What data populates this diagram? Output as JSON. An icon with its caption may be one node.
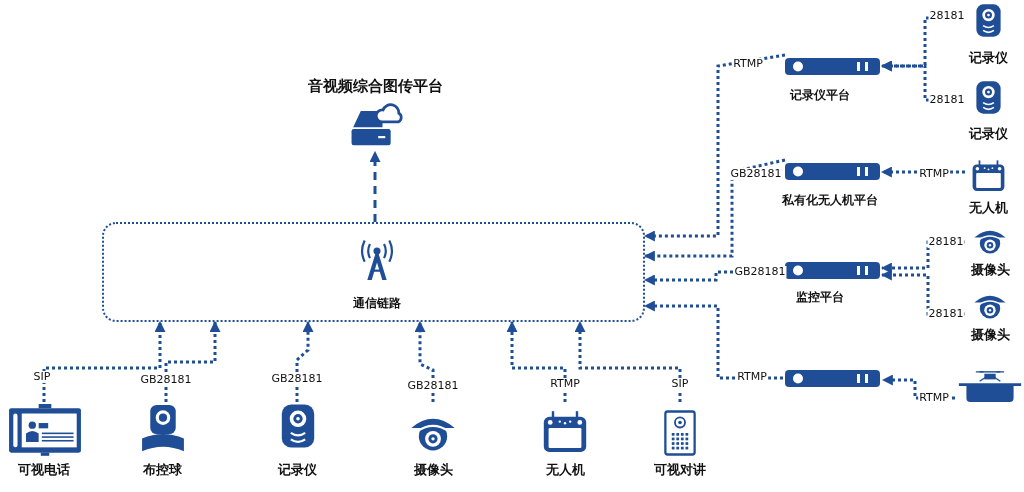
{
  "diagram": {
    "nodes": [
      {
        "text": [
          "音视频综合图传平台"
        ]
      },
      {
        "text": [
          "通信链路"
        ]
      },
      {
        "text": [
          "可视电话"
        ]
      },
      {
        "text": [
          "布控球"
        ]
      },
      {
        "text": [
          "记录仪"
        ]
      },
      {
        "text": [
          "摄像头"
        ]
      },
      {
        "text": [
          "无人机"
        ]
      },
      {
        "text": [
          "可视对讲"
        ]
      },
      {
        "text": [
          "记录仪平台"
        ]
      },
      {
        "text": [
          "记录仪"
        ]
      },
      {
        "text": [
          "记录仪"
        ]
      },
      {
        "text": [
          "私有化无人机平台"
        ]
      },
      {
        "text": [
          "无人机"
        ]
      },
      {
        "text": [
          "监控平台"
        ]
      },
      {
        "text": [
          "摄像头"
        ]
      },
      {
        "text": [
          "摄像头"
        ]
      },
      {
        "text": [],
        "shape": "bar"
      },
      {
        "text": [],
        "shape": "box"
      }
    ],
    "edges": [
      {
        "from": 1,
        "to": 0,
        "arrow": "to",
        "style": "dashed"
      },
      {
        "from": 2,
        "to": 1,
        "arrow": "to",
        "label": "SIP"
      },
      {
        "from": 3,
        "to": 1,
        "arrow": "to",
        "label": "GB28181"
      },
      {
        "from": 4,
        "to": 1,
        "arrow": "to",
        "label": "GB28181"
      },
      {
        "from": 5,
        "to": 1,
        "arrow": "to",
        "label": "GB28181"
      },
      {
        "from": 6,
        "to": 1,
        "arrow": "to",
        "label": "RTMP"
      },
      {
        "from": 7,
        "to": 1,
        "arrow": "to",
        "label": "SIP"
      },
      {
        "from": 8,
        "to": 1,
        "arrow": "to",
        "label": "RTMP"
      },
      {
        "from": 11,
        "to": 1,
        "arrow": "to",
        "label": "GB28181"
      },
      {
        "from": 13,
        "to": 1,
        "arrow": "to",
        "label": "GB28181"
      },
      {
        "from": 16,
        "to": 1,
        "arrow": "to",
        "label": "RTMP"
      },
      {
        "from": 9,
        "to": 8,
        "arrow": "to",
        "label": "28181"
      },
      {
        "from": 10,
        "to": 8,
        "arrow": "to",
        "label": "28181"
      },
      {
        "from": 12,
        "to": 11,
        "arrow": "to",
        "label": "RTMP"
      },
      {
        "from": 14,
        "to": 13,
        "arrow": "to",
        "label": "28181"
      },
      {
        "from": 15,
        "to": 13,
        "arrow": "to",
        "label": "28181"
      },
      {
        "from": 17,
        "to": 16,
        "arrow": "to",
        "label": "RTMP"
      }
    ]
  }
}
